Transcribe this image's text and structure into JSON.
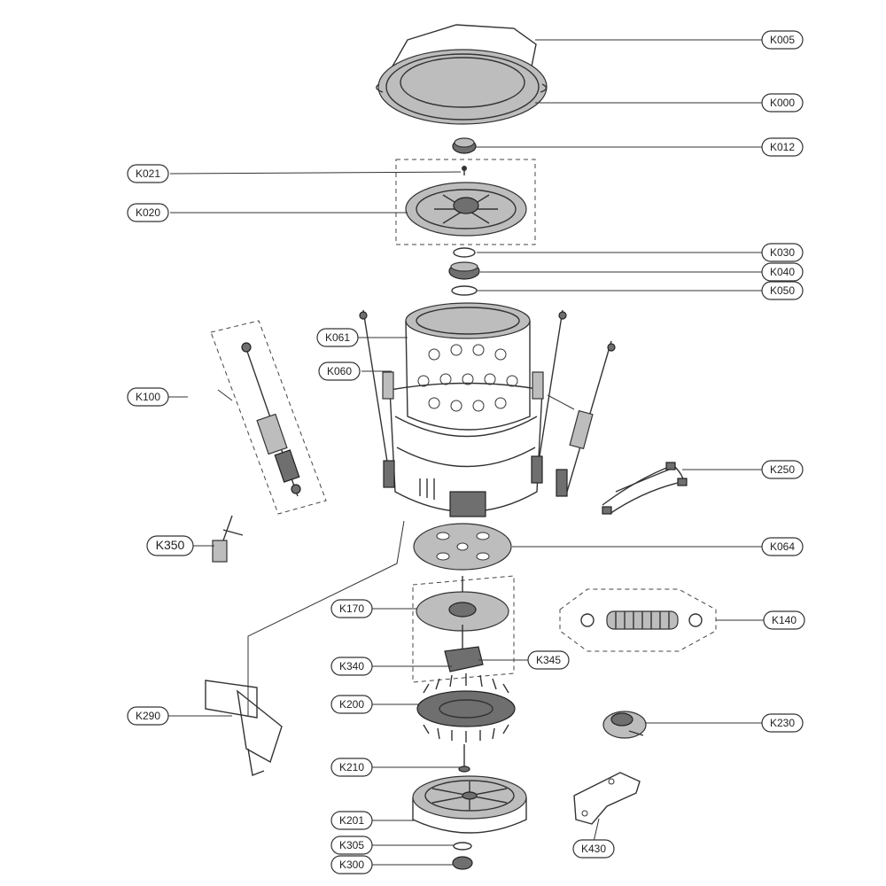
{
  "diagram": {
    "callouts": {
      "k005": "K005",
      "k000": "K000",
      "k012": "K012",
      "k021": "K021",
      "k020": "K020",
      "k030": "K030",
      "k040": "K040",
      "k050": "K050",
      "k061": "K061",
      "k060": "K060",
      "k100": "K100",
      "k250": "K250",
      "k350": "K350",
      "k064": "K064",
      "k170": "K170",
      "k140": "K140",
      "k340": "K340",
      "k345": "K345",
      "k290": "K290",
      "k200": "K200",
      "k230": "K230",
      "k210": "K210",
      "k201": "K201",
      "k430": "K430",
      "k305": "K305",
      "k300": "K300"
    }
  }
}
